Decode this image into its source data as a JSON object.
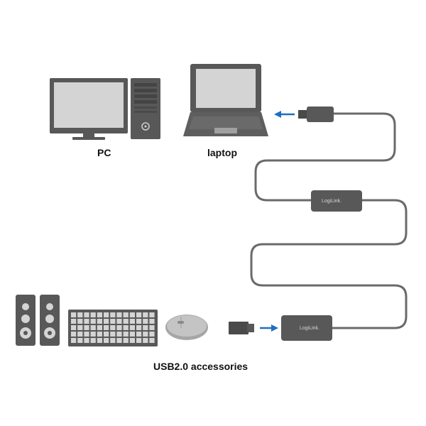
{
  "labels": {
    "pc": "PC",
    "laptop": "laptop",
    "accessories": "USB2.0 accessories"
  },
  "brand": {
    "top_box": "LogiLink.",
    "bottom_box": "LogiLink."
  },
  "colors": {
    "device_dark": "#585858",
    "screen": "#d4d4d4",
    "cable": "#6a6a6a",
    "arrow": "#1f6fc1",
    "label": "#111111"
  },
  "icons": [
    "pc-monitor-icon",
    "pc-tower-icon",
    "laptop-icon",
    "speaker-icon",
    "keyboard-icon",
    "mouse-icon",
    "usb-plug-icon",
    "arrow-icon",
    "cable-icon",
    "logilink-box-icon"
  ]
}
